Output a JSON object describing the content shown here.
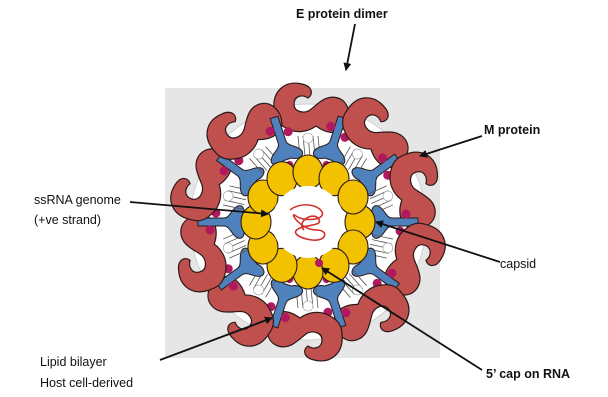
{
  "labels": {
    "e_protein_dimer": "E protein dimer",
    "m_protein": "M protein",
    "ssrna_line1": "ssRNA genome",
    "ssrna_line2": "(+ve strand)",
    "capsid": "capsid",
    "lipid_line1": "Lipid bilayer",
    "lipid_line2": "Host cell-derived",
    "cap_5": "5’ cap on RNA"
  },
  "colors": {
    "e_protein": "#c0504d",
    "m_protein": "#4f81bd",
    "capsid": "#f2c200",
    "cap_dot": "#b0195f",
    "rna": "#d0312d",
    "background_square": "#e6e6e6",
    "outline": "#2a1a1a"
  }
}
